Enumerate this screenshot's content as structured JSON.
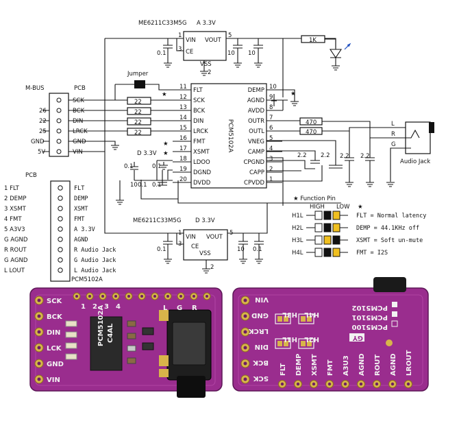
{
  "regulators": {
    "top": {
      "part": "ME6211C33M5G",
      "rail": "A 3.3V",
      "vin": "VIN",
      "vout": "VOUT",
      "ce": "CE",
      "vss": "VSS",
      "pins": [
        "1",
        "3",
        "5",
        "2"
      ]
    },
    "bottom": {
      "part": "ME6211C33M5G",
      "rail": "D 3.3V",
      "vin": "VIN",
      "vout": "VOUT",
      "ce": "CE",
      "vss": "VSS",
      "pins": [
        "1",
        "3",
        "5",
        "2"
      ]
    }
  },
  "passives": {
    "cap_01": "0.1",
    "cap_10": "10",
    "r_1k": "1K",
    "r_22": "22",
    "r_470": "470",
    "cap_22": "2.2",
    "d33": "D 3.3V"
  },
  "jumper": {
    "label": "Jumper"
  },
  "mbus": {
    "title": "M-BUS",
    "pcb_label": "PCB",
    "rows": [
      {
        "left": "",
        "pin": "SCK"
      },
      {
        "left": "26",
        "pin": "BCK"
      },
      {
        "left": "22",
        "pin": "DIN"
      },
      {
        "left": "25",
        "pin": "LRCK"
      },
      {
        "left": "GND",
        "pin": "GND"
      },
      {
        "left": "5V",
        "pin": "VIN"
      }
    ]
  },
  "chip": {
    "name": "PCM5102A",
    "left_pins": [
      {
        "num": "11",
        "name": "FLT"
      },
      {
        "num": "12",
        "name": "SCK"
      },
      {
        "num": "13",
        "name": "BCK"
      },
      {
        "num": "14",
        "name": "DIN"
      },
      {
        "num": "15",
        "name": "LRCK"
      },
      {
        "num": "16",
        "name": "FMT"
      },
      {
        "num": "17",
        "name": "XSMT"
      },
      {
        "num": "18",
        "name": "LDOO"
      },
      {
        "num": "19",
        "name": "DGND"
      },
      {
        "num": "20",
        "name": "DVDD"
      }
    ],
    "right_pins": [
      {
        "num": "10",
        "name": "DEMP"
      },
      {
        "num": "9",
        "name": "AGND"
      },
      {
        "num": "8",
        "name": "AVDD"
      },
      {
        "num": "7",
        "name": "OUTR"
      },
      {
        "num": "6",
        "name": "OUTL"
      },
      {
        "num": "5",
        "name": "VNEG"
      },
      {
        "num": "4",
        "name": "CAMP"
      },
      {
        "num": "3",
        "name": "CPGND"
      },
      {
        "num": "2",
        "name": "CAPP"
      },
      {
        "num": "1",
        "name": "CPVDD"
      }
    ]
  },
  "audio_jack": {
    "label": "Audio Jack",
    "pins": [
      "L",
      "R",
      "G"
    ]
  },
  "pcb_header": {
    "title": "PCB",
    "rows": [
      {
        "left": "1  FLT",
        "right": "FLT"
      },
      {
        "left": "2  DEMP",
        "right": "DEMP"
      },
      {
        "left": "3  XSMT",
        "right": "XSMT"
      },
      {
        "left": "4  FMT",
        "right": "FMT"
      },
      {
        "left": "5  A3V3",
        "right": "A 3.3V"
      },
      {
        "left": "G  AGND",
        "right": "AGND"
      },
      {
        "left": "R  ROUT",
        "right": "R Audio Jack"
      },
      {
        "left": "G  AGND",
        "right": "G Audio Jack"
      },
      {
        "left": "L  LOUT",
        "right": "L Audio Jack"
      }
    ],
    "footer": "PCM5102A"
  },
  "function_pin": {
    "title": "★ Function Pin",
    "high": "HIGH",
    "low": "LOW",
    "star": "★",
    "rows": [
      {
        "label": "H1L",
        "desc": "FLT  = Normal latency"
      },
      {
        "label": "H2L",
        "desc": "DEMP = 44.1KHz off"
      },
      {
        "label": "H3L",
        "desc": "XSMT = Soft un-mute"
      },
      {
        "label": "H4L",
        "desc": "FMT  = I2S"
      }
    ]
  },
  "board_front": {
    "left_labels": [
      "SCK",
      "BCK",
      "DIN",
      "LCK",
      "GND",
      "VIN"
    ],
    "chip_text": [
      "PCM5102A",
      "C4AL"
    ],
    "top_numbers": [
      "1",
      "2",
      "3",
      "4"
    ],
    "right_labels": [
      "L",
      "G",
      "R"
    ]
  },
  "board_back": {
    "left_labels": [
      "VIN",
      "GND",
      "LRCK",
      "DIN",
      "BCK",
      "SCK"
    ],
    "bottom_labels": [
      "FLT",
      "DEMP",
      "XSMT",
      "FMT",
      "A3U3",
      "AGND",
      "ROUT",
      "AGND",
      "LROUT"
    ],
    "chip_list": [
      "PCM5102",
      "PCM5101",
      "PCM5100"
    ],
    "brand": "GY",
    "jumper_labels": [
      "H4L",
      "H3L",
      "H2L",
      "H1L"
    ]
  },
  "colors": {
    "pcb": "#9a2d8e",
    "pcb_dark": "#6c1c64",
    "gold": "#d8b44a",
    "wire": "#111111",
    "jumper_fill": "#f0c020"
  }
}
